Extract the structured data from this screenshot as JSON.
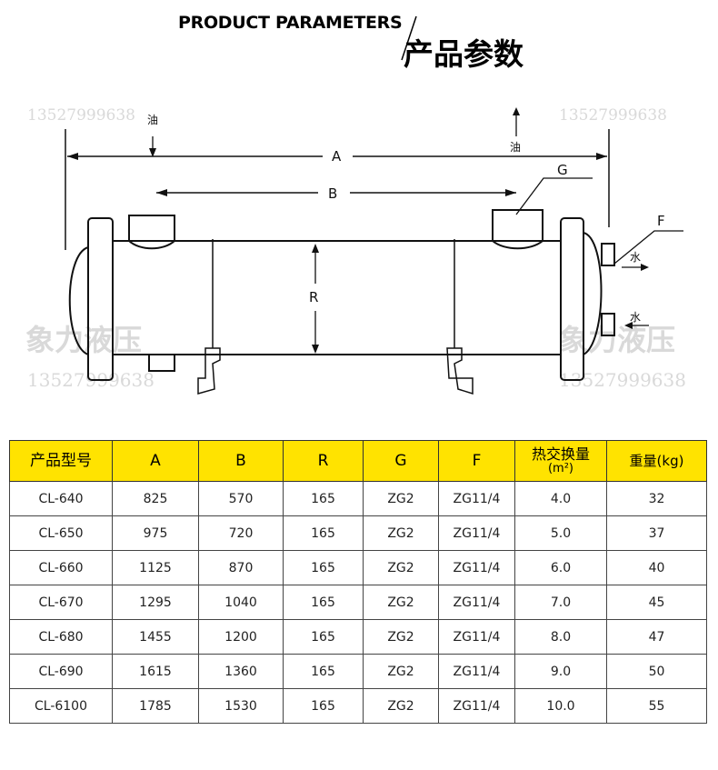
{
  "header": {
    "title_en": "PRODUCT PARAMETERS",
    "title_zh": "产品参数"
  },
  "diagram": {
    "label_A": "A",
    "label_B": "B",
    "label_R": "R",
    "label_G": "G",
    "label_F": "F",
    "oil_in": "油",
    "oil_out": "油",
    "water_out": "水",
    "water_in": "水",
    "watermark_phone": "13527999638",
    "watermark_brand": "象力液压"
  },
  "table": {
    "headers": [
      "产品型号",
      "A",
      "B",
      "R",
      "G",
      "F",
      "热交换量",
      "(m²)",
      "重量(kg)"
    ],
    "rows": [
      [
        "CL-640",
        "825",
        "570",
        "165",
        "ZG2",
        "ZG11/4",
        "4.0",
        "32"
      ],
      [
        "CL-650",
        "975",
        "720",
        "165",
        "ZG2",
        "ZG11/4",
        "5.0",
        "37"
      ],
      [
        "CL-660",
        "1125",
        "870",
        "165",
        "ZG2",
        "ZG11/4",
        "6.0",
        "40"
      ],
      [
        "CL-670",
        "1295",
        "1040",
        "165",
        "ZG2",
        "ZG11/4",
        "7.0",
        "45"
      ],
      [
        "CL-680",
        "1455",
        "1200",
        "165",
        "ZG2",
        "ZG11/4",
        "8.0",
        "47"
      ],
      [
        "CL-690",
        "1615",
        "1360",
        "165",
        "ZG2",
        "ZG11/4",
        "9.0",
        "50"
      ],
      [
        "CL-6100",
        "1785",
        "1530",
        "165",
        "ZG2",
        "ZG11/4",
        "10.0",
        "55"
      ]
    ]
  },
  "colors": {
    "header_fill": "#ffe300",
    "line": "#111111",
    "watermark": "#d9d9d9"
  }
}
